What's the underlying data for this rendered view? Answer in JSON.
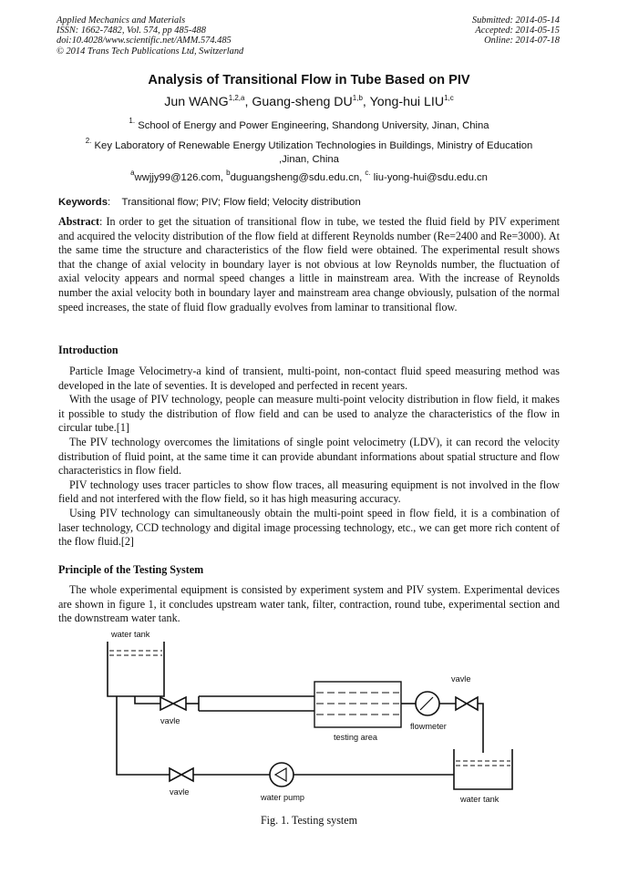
{
  "header": {
    "left": [
      "Applied Mechanics and Materials",
      "ISSN: 1662-7482, Vol. 574, pp 485-488",
      "doi:10.4028/www.scientific.net/AMM.574.485",
      "© 2014 Trans Tech Publications Ltd, Switzerland"
    ],
    "right": [
      "Submitted: 2014-05-14",
      "Accepted: 2014-05-15",
      "Online: 2014-07-18"
    ]
  },
  "title": "Analysis of Transitional Flow in Tube Based on PIV",
  "authors": [
    {
      "name": "Jun WANG",
      "sup": "1,2,a"
    },
    {
      "name": "Guang-sheng DU",
      "sup": "1,b"
    },
    {
      "name": "Yong-hui LIU",
      "sup": "1,c"
    }
  ],
  "affiliations": [
    {
      "mark": "1.",
      "text": "School of Energy and Power Engineering, Shandong University, Jinan, China"
    },
    {
      "mark": "2.",
      "text": "Key Laboratory of Renewable Energy Utilization Technologies in Buildings, Ministry of Education ,Jinan, China"
    }
  ],
  "emails": [
    {
      "mark": "a",
      "text": "wwjjy99@126.com,"
    },
    {
      "mark": "b",
      "text": "duguangsheng@sdu.edu.cn,"
    },
    {
      "mark": "c.",
      "text": "liu-yong-hui@sdu.edu.cn"
    }
  ],
  "keywords": {
    "label": "Keywords",
    "text": "Transitional flow; PIV; Flow field; Velocity distribution"
  },
  "abstract": {
    "label": "Abstract",
    "text": "In order to get the situation of transitional flow in tube, we tested the fluid field by PIV experiment and acquired the velocity distribution of the flow field at different Reynolds number (Re=2400 and Re=3000). At the same time the structure and characteristics of the flow field were obtained. The experimental result shows that the change of axial velocity in boundary layer is not obvious at low Reynolds number, the fluctuation of axial velocity appears and normal speed changes a little in mainstream area. With the increase of Reynolds number the axial velocity both in boundary layer and mainstream area change obviously, pulsation of the normal speed increases, the state of fluid flow gradually evolves from laminar to transitional flow."
  },
  "introduction": {
    "heading": "Introduction",
    "paragraphs": [
      "Particle Image Velocimetry-a kind of transient, multi-point, non-contact fluid speed measuring method was developed in the late of seventies. It is developed and perfected in recent years.",
      "With the usage of PIV technology, people can measure multi-point velocity distribution in flow field, it makes it possible to study the distribution of flow field and can be used to analyze the characteristics of the flow in circular tube.[1]",
      "The PIV technology overcomes the limitations of single point velocimetry (LDV), it can record the velocity distribution of fluid point, at the same time it can provide abundant informations about spatial structure and flow characteristics in flow field.",
      "PIV technology uses tracer particles to show flow traces, all measuring equipment is not involved in the flow field and not interfered with the flow field, so it has high measuring accuracy.",
      "Using PIV technology can simultaneously obtain the multi-point speed in flow field, it is a combination of laser technology, CCD technology and digital image processing technology, etc., we can get more rich content of the flow fluid.[2]"
    ]
  },
  "principle": {
    "heading": "Principle of the Testing System",
    "paragraphs": [
      "The whole experimental equipment is consisted by experiment system and PIV system. Experimental devices are shown in figure 1, it concludes upstream water tank, filter, contraction, round tube, experimental section and the downstream water tank."
    ]
  },
  "figure": {
    "labels": {
      "water_tank_top": "water tank",
      "vavle_left": "vavle",
      "testing_area": "testing  area",
      "flowmeter": "flowmeter",
      "vavle_right": "vavle",
      "vavle_bottom": "vavle",
      "water_pump": "water pump",
      "water_tank_bottom": "water tank"
    },
    "caption": "Fig. 1. Testing system"
  }
}
